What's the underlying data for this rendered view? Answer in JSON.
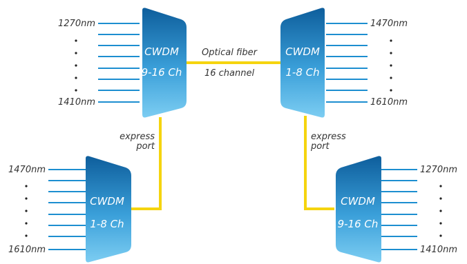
{
  "colors": {
    "mux_light": "#6fc6ee",
    "mux_dark": "#0e5e9c",
    "channel_line": "#1c8ed0",
    "fiber": "#f5d40f"
  },
  "fiber": {
    "label_line1": "Optical fiber",
    "label_line2": "16 channel"
  },
  "mux_top_left": {
    "name": "CWDM",
    "channels": "9-16 Ch",
    "wl_top": "1270nm",
    "wl_bottom": "1410nm"
  },
  "mux_top_right": {
    "name": "CWDM",
    "channels": "1-8 Ch",
    "wl_top": "1470nm",
    "wl_bottom": "1610nm"
  },
  "mux_bottom_left": {
    "name": "CWDM",
    "channels": "1-8 Ch",
    "wl_top": "1470nm",
    "wl_bottom": "1610nm"
  },
  "mux_bottom_right": {
    "name": "CWDM",
    "channels": "9-16 Ch",
    "wl_top": "1270nm",
    "wl_bottom": "1410nm"
  },
  "express_left": {
    "line1": "express",
    "line2": "port"
  },
  "express_right": {
    "line1": "express",
    "line2": "port"
  }
}
